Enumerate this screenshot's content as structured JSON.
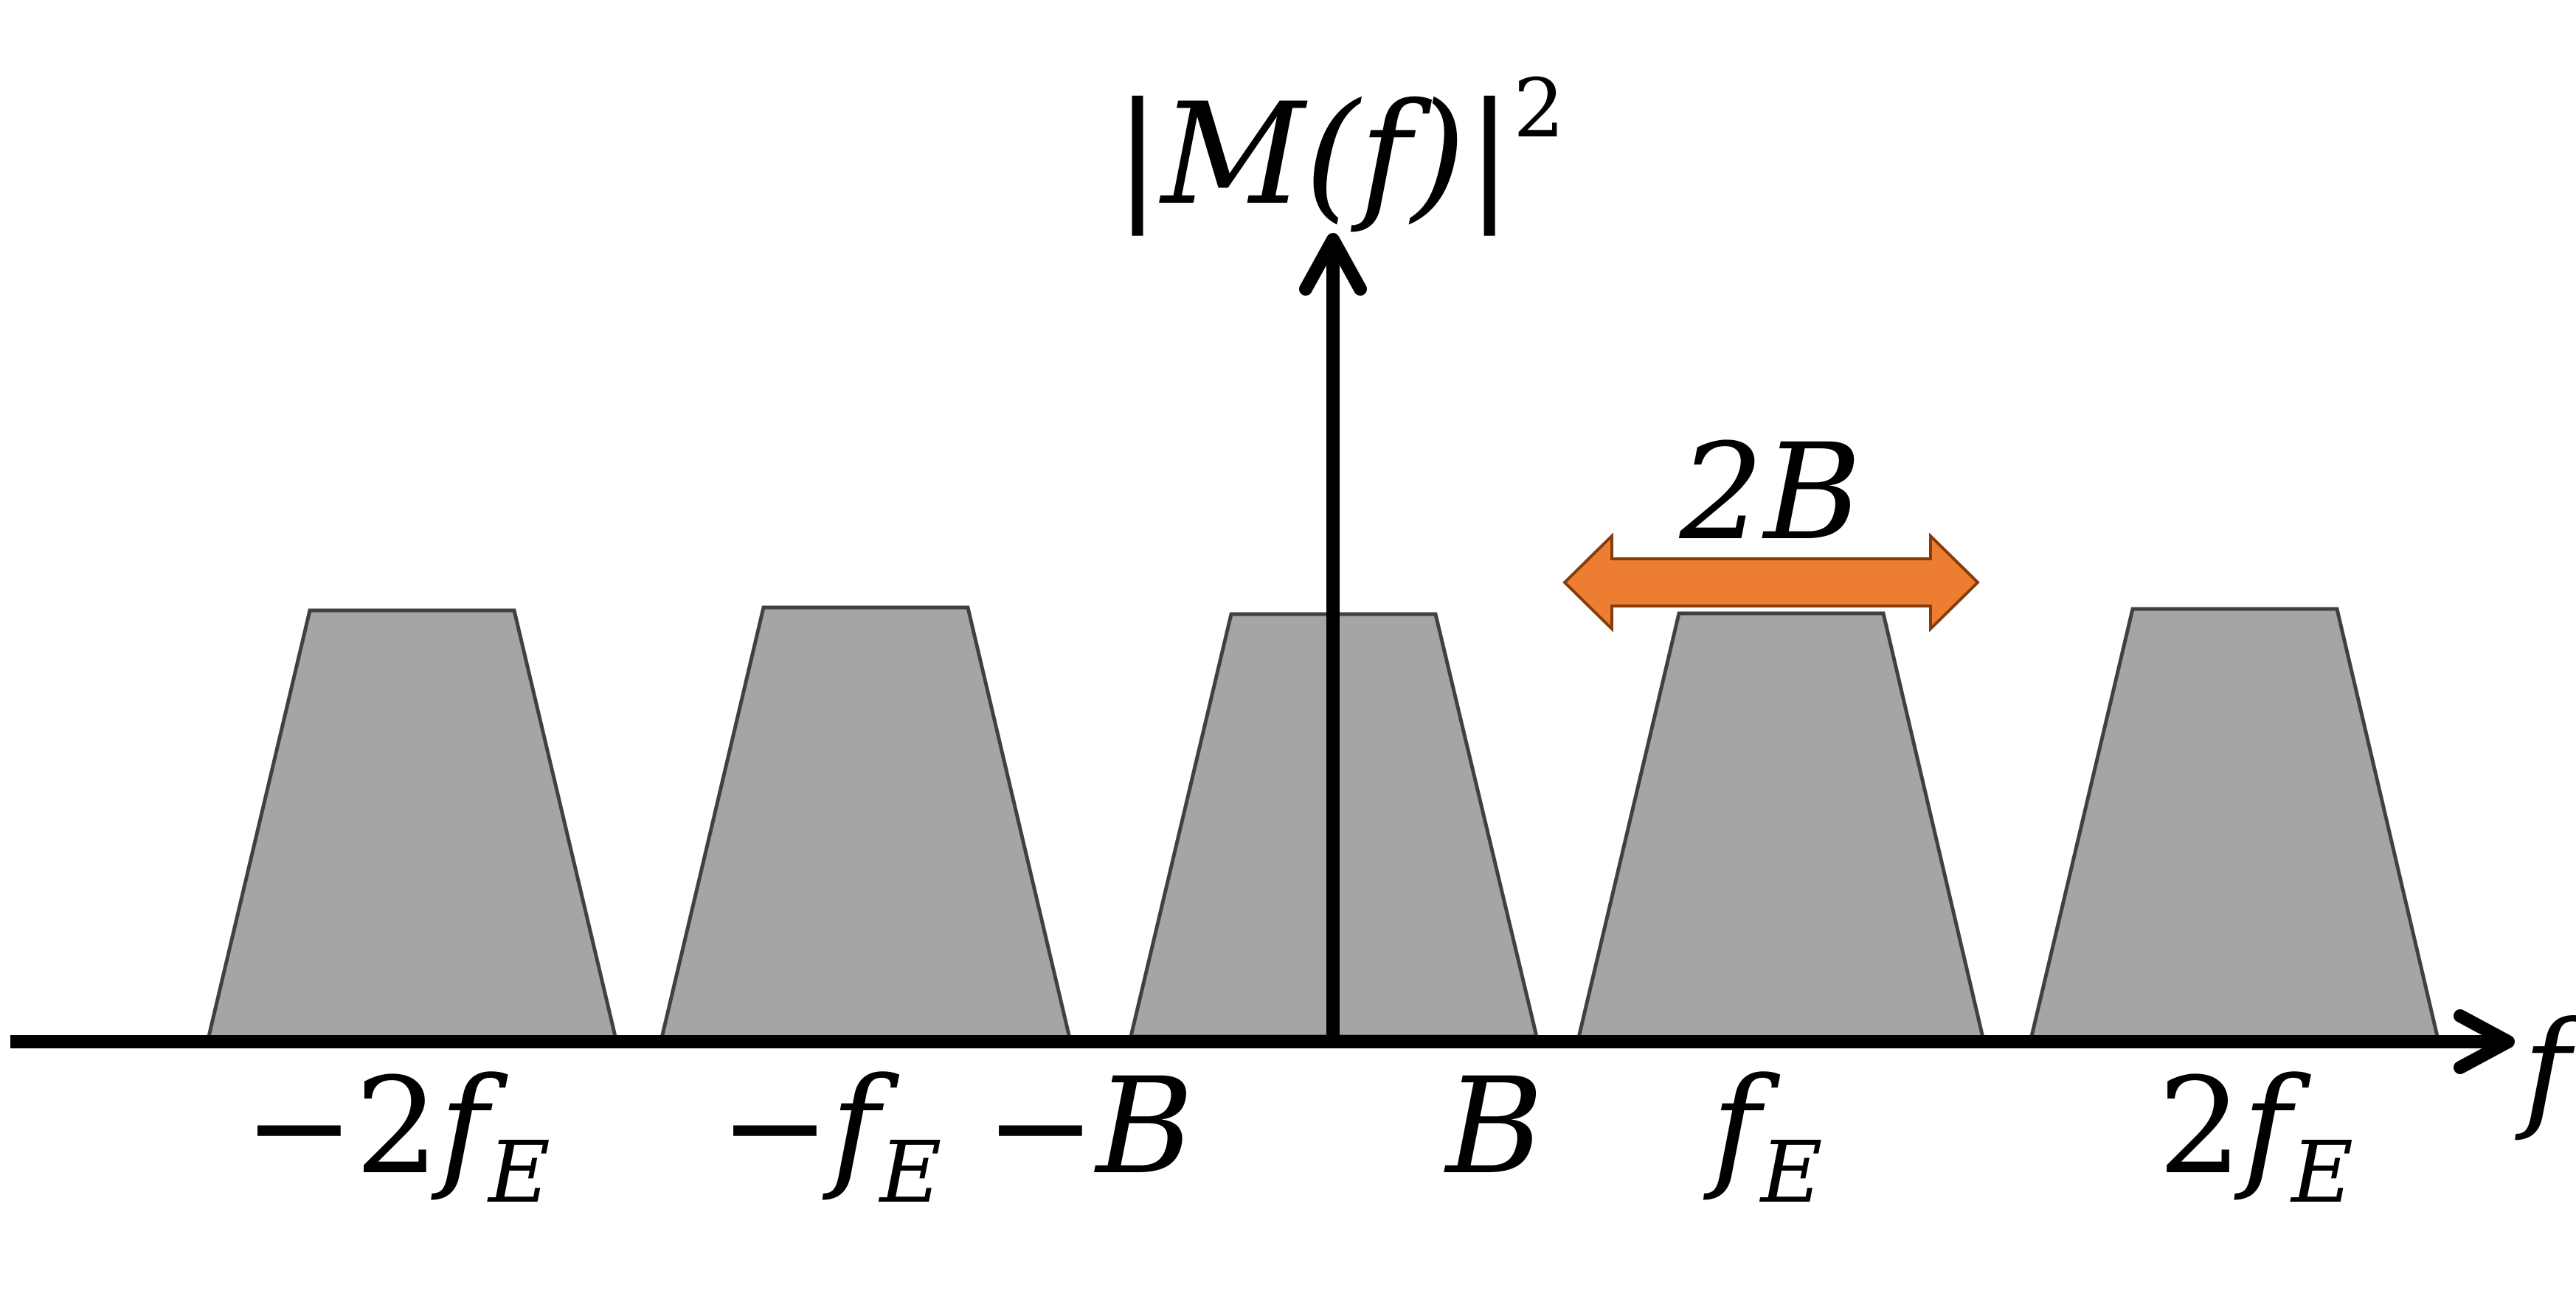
{
  "colors": {
    "background": "#ffffff",
    "axis": "#000000",
    "spectrum_fill": "#a5a5a5",
    "spectrum_stroke": "#404040",
    "bandwidth_arrow_fill": "#ed7d31",
    "bandwidth_arrow_stroke": "#843c0c"
  },
  "y_axis": {
    "label_main": "|M(f)|",
    "label_sup": "2"
  },
  "x_axis": {
    "label": "f"
  },
  "bandwidth": {
    "label": "2B"
  },
  "spectra": [
    {
      "center": "-2fE"
    },
    {
      "center": "-fE"
    },
    {
      "center": "0"
    },
    {
      "center": "fE"
    },
    {
      "center": "2fE"
    }
  ],
  "tick_labels": [
    {
      "name": "tick-minus-2fe",
      "prefix": "−2",
      "var": "f",
      "sub": "E"
    },
    {
      "name": "tick-minus-fe",
      "prefix": "−",
      "var": "f",
      "sub": "E"
    },
    {
      "name": "tick-minus-b",
      "prefix": "−",
      "var": "B",
      "sub": ""
    },
    {
      "name": "tick-b",
      "prefix": "",
      "var": "B",
      "sub": ""
    },
    {
      "name": "tick-fe",
      "prefix": "",
      "var": "f",
      "sub": "E"
    },
    {
      "name": "tick-2fe",
      "prefix": "2",
      "var": "f",
      "sub": "E"
    }
  ]
}
